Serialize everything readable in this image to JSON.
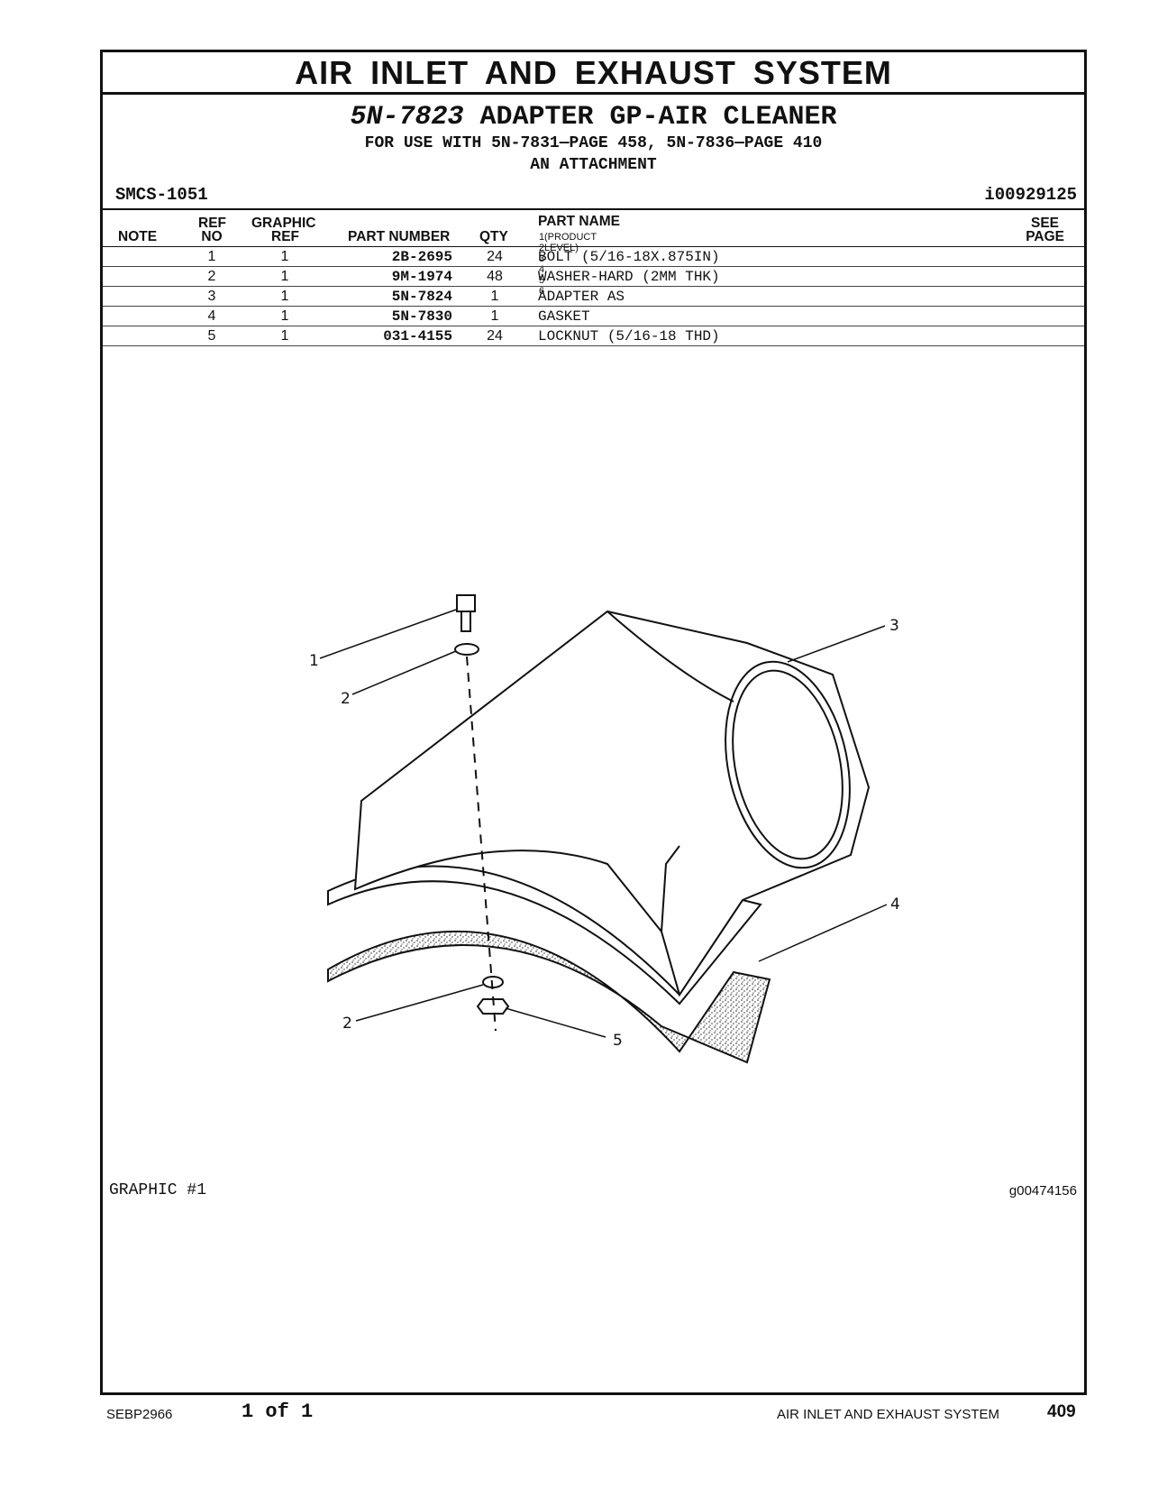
{
  "header": {
    "title": "AIR INLET AND EXHAUST SYSTEM",
    "group_part_number": "5N-7823",
    "group_name": "ADAPTER GP-AIR CLEANER",
    "for_use_with": "FOR USE WITH 5N-7831—PAGE 458, 5N-7836—PAGE 410",
    "attachment_note": "AN ATTACHMENT",
    "smcs": "SMCS-1051",
    "info_id": "i00929125"
  },
  "columns": {
    "note": "NOTE",
    "ref_top": "REF",
    "ref_bottom": "NO",
    "graphic_top": "GRAPHIC",
    "graphic_bottom": "REF",
    "part_number": "PART NUMBER",
    "qty": "QTY",
    "part_name": "PART NAME",
    "levels": "1 2 3 4 5 6",
    "product_level": "(PRODUCT LEVEL)",
    "see_top": "SEE",
    "see_bottom": "PAGE"
  },
  "parts": [
    {
      "ref": "1",
      "graphic": "1",
      "part_number": "2B-2695",
      "qty": "24",
      "name": "BOLT (5/16-18X.875IN)"
    },
    {
      "ref": "2",
      "graphic": "1",
      "part_number": "9M-1974",
      "qty": "48",
      "name": "WASHER-HARD (2MM THK)"
    },
    {
      "ref": "3",
      "graphic": "1",
      "part_number": "5N-7824",
      "qty": "1",
      "name": "ADAPTER AS"
    },
    {
      "ref": "4",
      "graphic": "1",
      "part_number": "5N-7830",
      "qty": "1",
      "name": "GASKET"
    },
    {
      "ref": "5",
      "graphic": "1",
      "part_number": "031-4155",
      "qty": "24",
      "name": "LOCKNUT (5/16-18 THD)"
    }
  ],
  "figure": {
    "callouts": [
      "1",
      "2",
      "3",
      "4",
      "2",
      "5"
    ],
    "graphic_label": "GRAPHIC #1",
    "graphic_id": "g00474156"
  },
  "footer": {
    "doc_id": "SEBP2966",
    "page_of": "1 of 1",
    "section": "AIR INLET AND EXHAUST SYSTEM",
    "page_number": "409"
  }
}
